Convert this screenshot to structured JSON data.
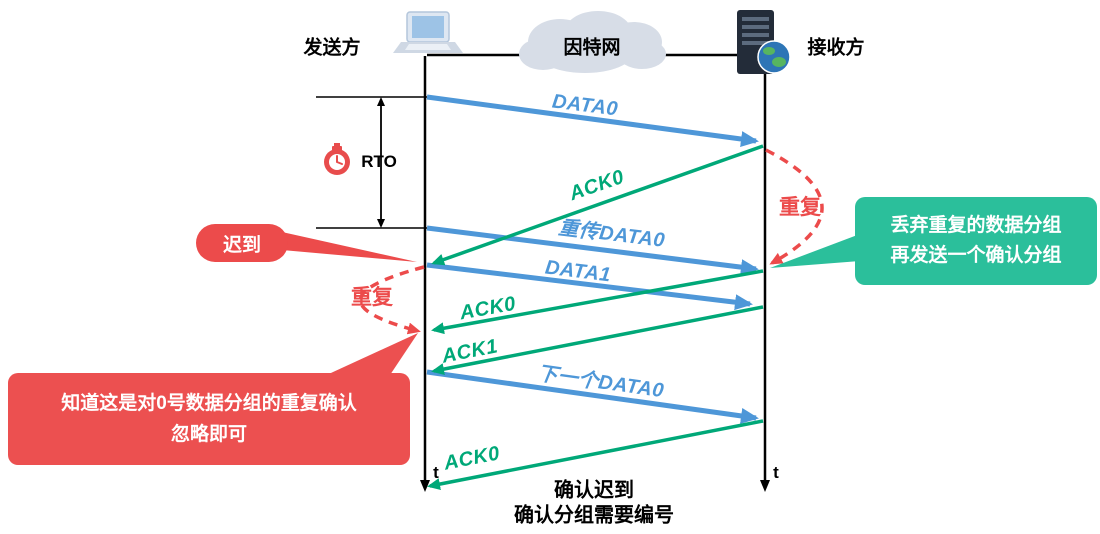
{
  "colors": {
    "data_arrow_blue": "#4E97D8",
    "ack_arrow_green": "#00A878",
    "alert_red": "#EC4B4B",
    "note_green": "#2BBF9B",
    "note_red": "#EC5050",
    "timeline_black": "#000000",
    "cloud_gray": "#D7DDE7"
  },
  "header": {
    "sender_label": "发送方",
    "cloud_label": "因特网",
    "receiver_label": "接收方"
  },
  "icons": {
    "sender": "laptop-icon",
    "internet": "cloud-icon",
    "receiver": "server-icon",
    "timer": "stopwatch-icon"
  },
  "timer": {
    "label": "RTO"
  },
  "messages": {
    "data0": "DATA0",
    "ack0_delayed": "ACK0",
    "retransmit_data0": "重传DATA0",
    "data1": "DATA1",
    "ack0_duplicate": "ACK0",
    "ack1": "ACK1",
    "next_data0": "下一个DATA0",
    "ack0_final": "ACK0"
  },
  "annotations": {
    "late": "迟到",
    "duplicate_at_receiver": "重复",
    "duplicate_at_sender": "重复",
    "receiver_note_line1": "丢弃重复的数据分组",
    "receiver_note_line2": "再发送一个确认分组",
    "sender_note_line1": "知道这是对0号数据分组的重复确认",
    "sender_note_line2": "忽略即可"
  },
  "axis": {
    "sender_t": "t",
    "receiver_t": "t"
  },
  "footer": {
    "line1": "确认迟到",
    "line2": "确认分组需要编号"
  }
}
